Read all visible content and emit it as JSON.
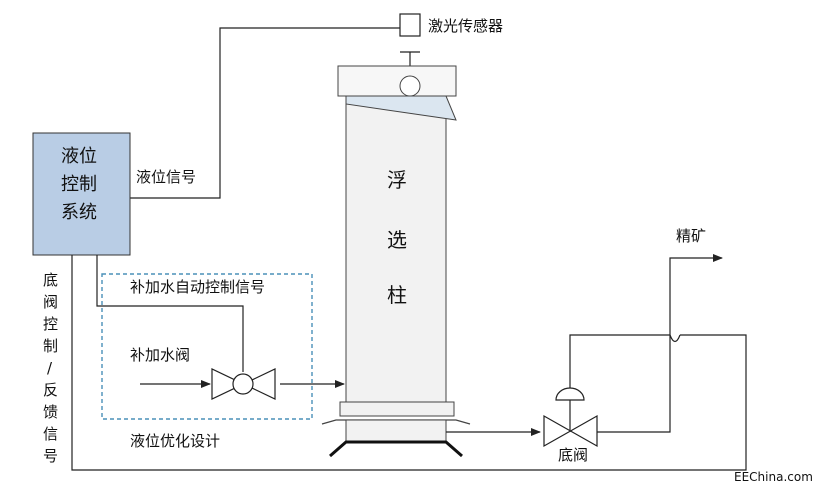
{
  "labels": {
    "laser_sensor": "激光传感器",
    "control_system": [
      "液位",
      "控制",
      "系统"
    ],
    "level_signal": "液位信号",
    "column": [
      "浮",
      "选",
      "柱"
    ],
    "makeup_auto_signal": "补加水自动控制信号",
    "makeup_valve": "补加水阀",
    "level_optimization": "液位优化设计",
    "bottom_valve_signal": [
      "底",
      "阀",
      "控",
      "制",
      "/",
      "反",
      "馈",
      "信",
      "号"
    ],
    "concentrate": "精矿",
    "bottom_valve": "底阀",
    "watermark": "EEChina.com"
  },
  "colors": {
    "control_box_fill": "#b9cde5",
    "dashed_box": "#4a90b8",
    "column_fill": "#f2f2f2",
    "water": "#dbe6f0"
  }
}
